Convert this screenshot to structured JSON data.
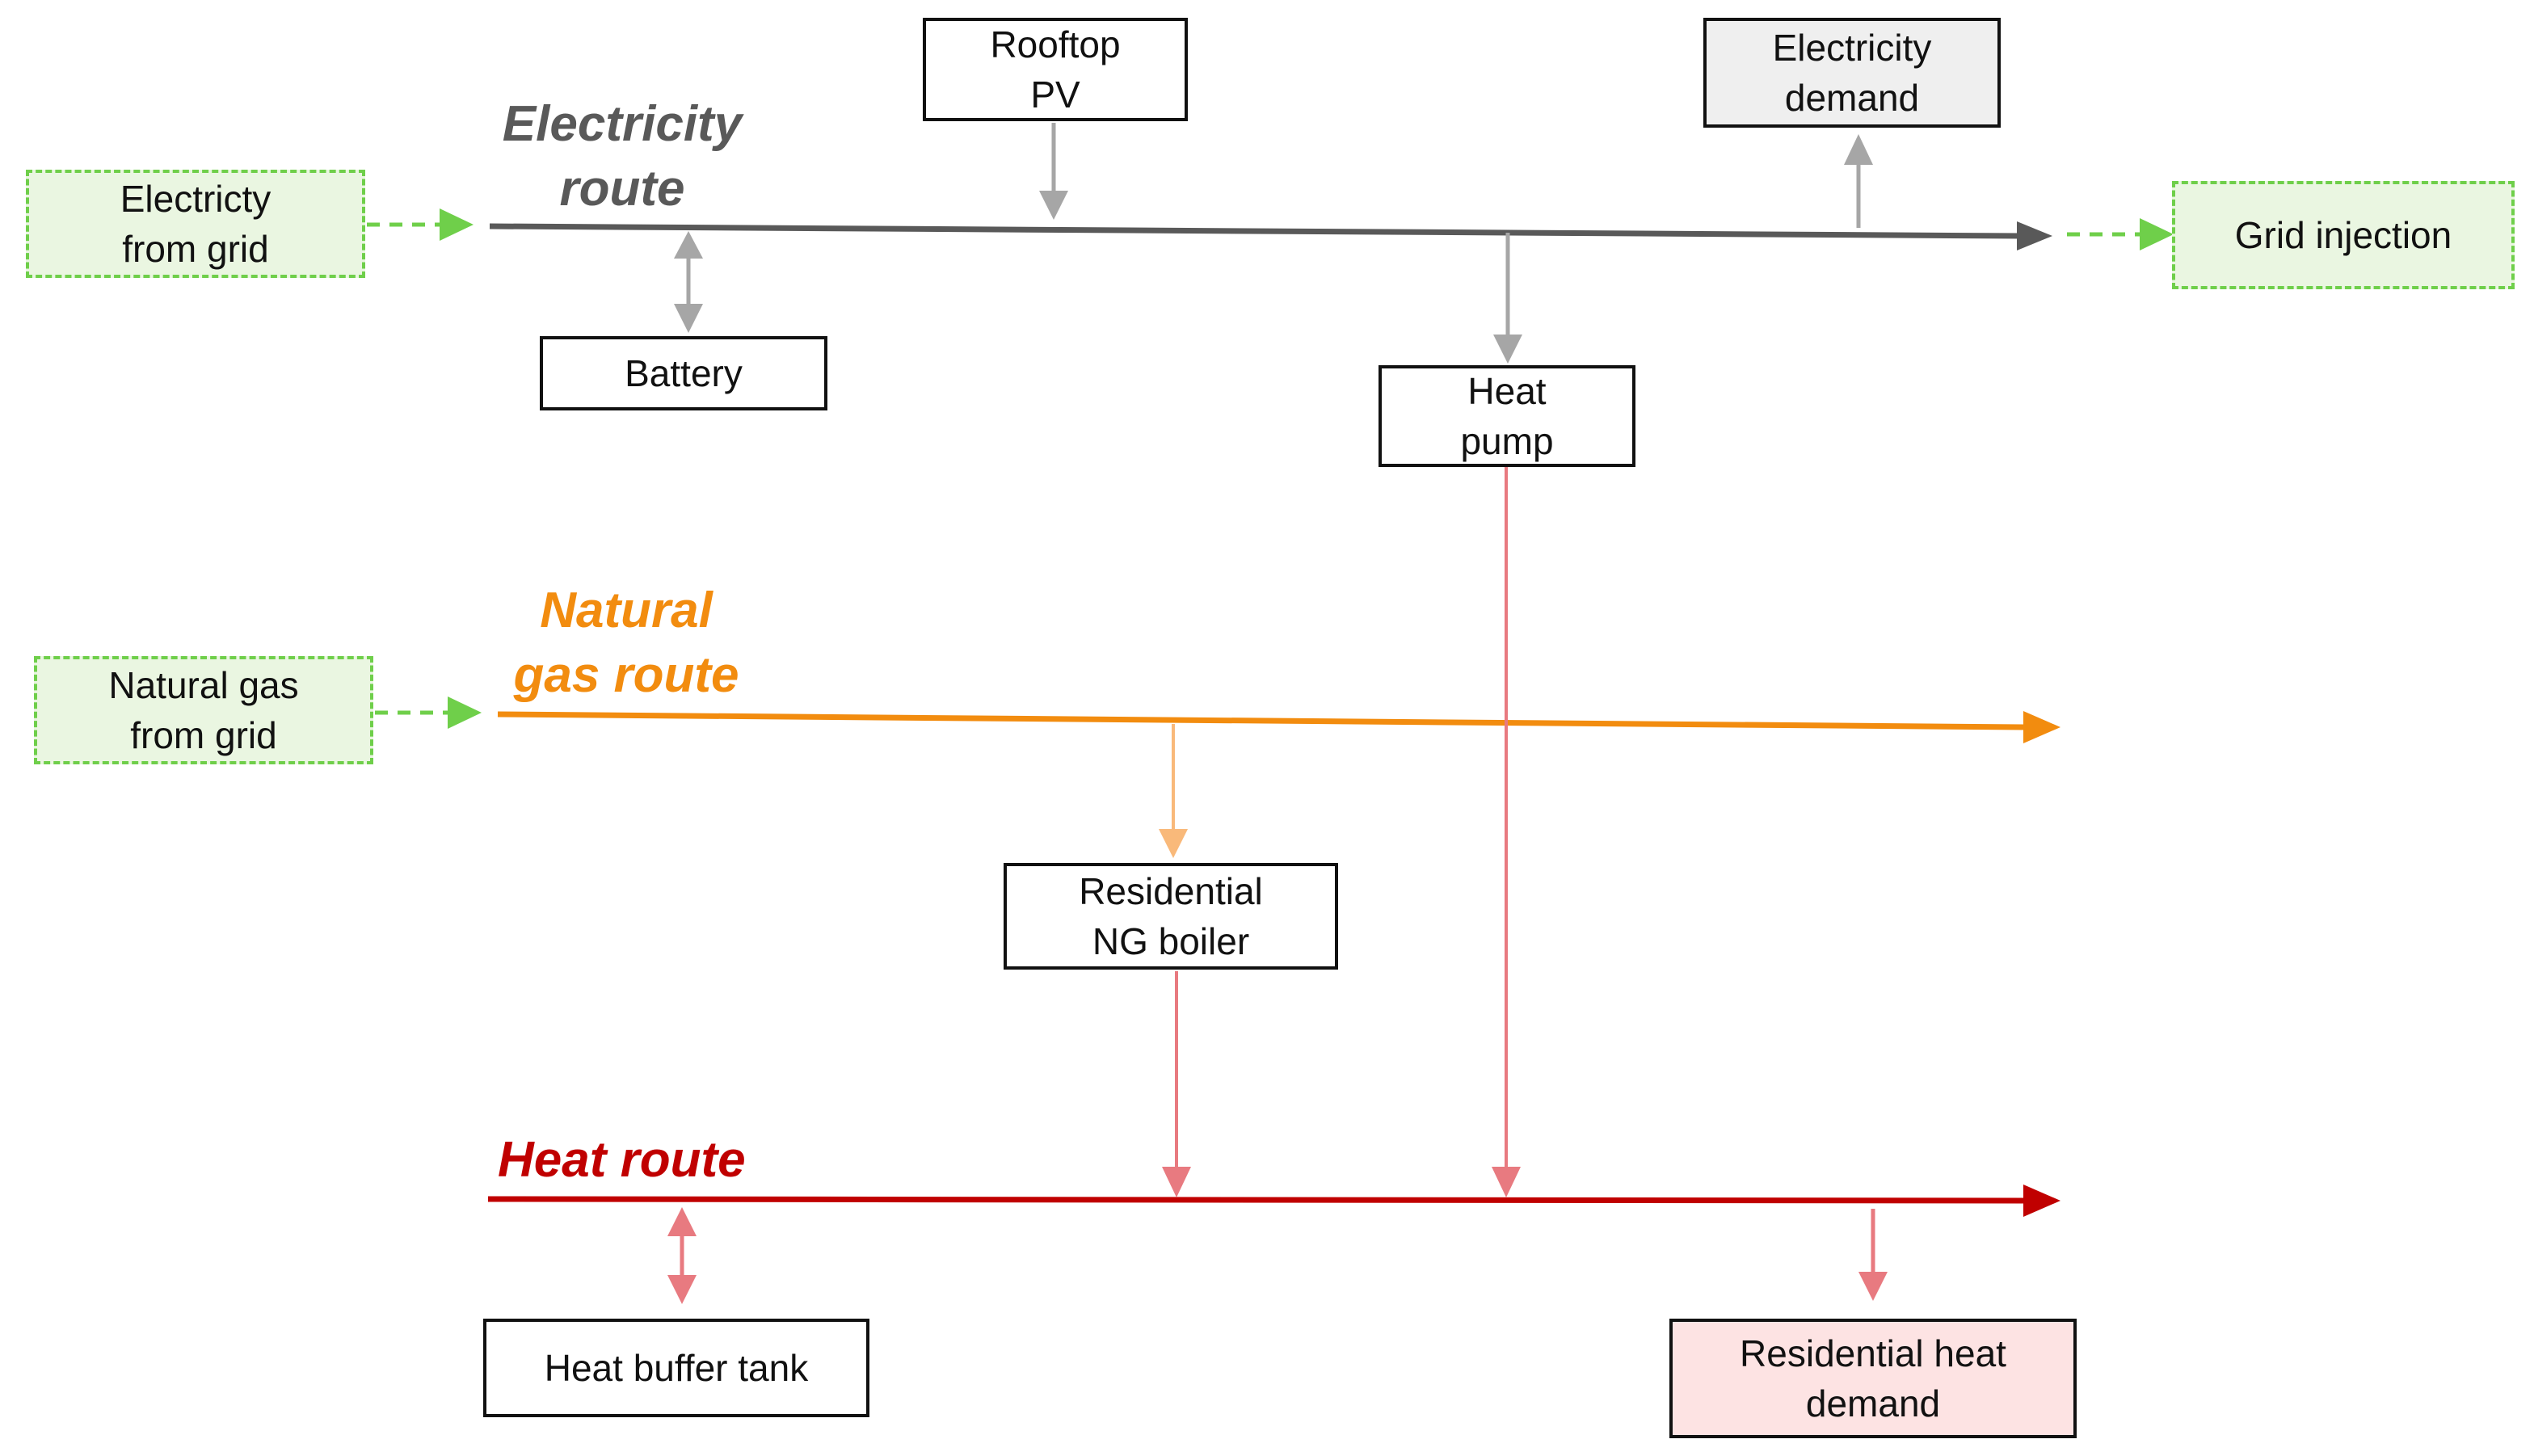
{
  "routes": {
    "electricity": {
      "label": "Electricity\nroute",
      "color": "#595959"
    },
    "gas": {
      "label": "Natural\ngas route",
      "color": "#f28c0f"
    },
    "heat": {
      "label": "Heat route",
      "color": "#c00000"
    }
  },
  "nodes": {
    "electricity_from_grid": "Electricty\nfrom grid",
    "rooftop_pv": "Rooftop\nPV",
    "electricity_demand": "Electricity\ndemand",
    "grid_injection": "Grid injection",
    "battery": "Battery",
    "heat_pump": "Heat\npump",
    "natural_gas_from_grid": "Natural gas\nfrom grid",
    "residential_ng_boiler": "Residential\nNG boiler",
    "heat_buffer_tank": "Heat buffer tank",
    "residential_heat_demand": "Residential heat\ndemand"
  },
  "colors": {
    "grid_connection": "#6fcf4a",
    "grid_fill": "#eaf6e1",
    "electric_link": "#a6a6a6",
    "gas_link": "#f9b97a",
    "heat_link": "#e87a80",
    "demand_fill_electric": "#efefef",
    "demand_fill_heat": "#fde3e3"
  }
}
